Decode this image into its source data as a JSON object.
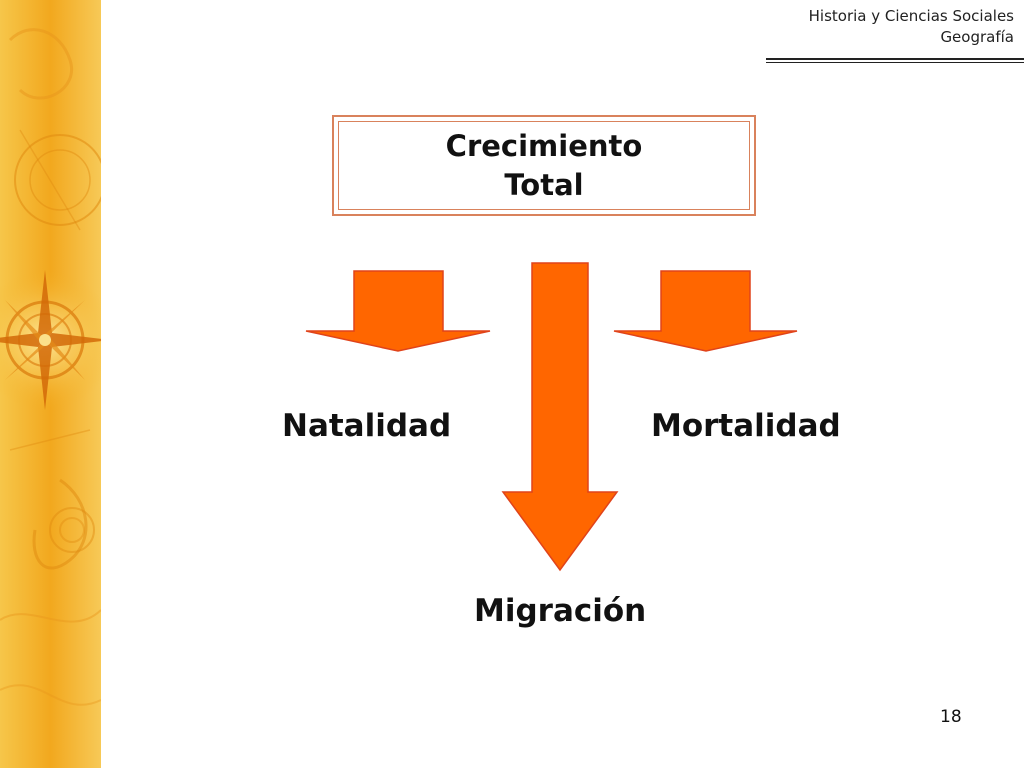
{
  "header": {
    "line1": "Historia y Ciencias Sociales",
    "line2": "Geografía"
  },
  "diagram": {
    "title_line1": "Crecimiento",
    "title_line2": "Total",
    "labels": {
      "left": "Natalidad",
      "right": "Mortalidad",
      "bottom": "Migración"
    }
  },
  "footer": {
    "page_number": "18"
  },
  "colors": {
    "arrow_fill": "#ff6600",
    "arrow_stroke": "#e0431a",
    "box_border": "#d9825c",
    "decor_strip": "#f4b325"
  }
}
